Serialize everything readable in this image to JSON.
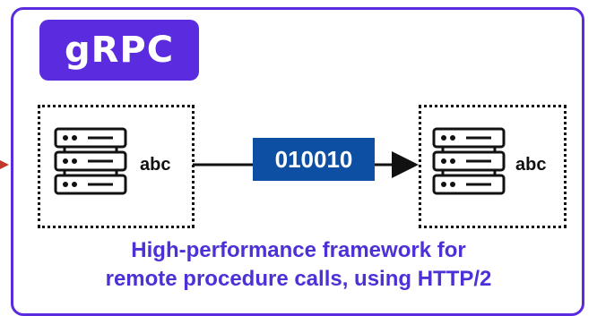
{
  "badge": {
    "label": "gRPC"
  },
  "left_server": {
    "label": "abc"
  },
  "right_server": {
    "label": "abc"
  },
  "payload": {
    "label": "010010"
  },
  "caption": {
    "line1": "High-performance framework for",
    "line2": "remote procedure calls, using HTTP/2"
  },
  "colors": {
    "accent": "#5b2be0",
    "payload": "#0d4fa3",
    "caption": "#4b32d6",
    "incoming_arrow": "#c0392b"
  },
  "icons": [
    "server-rack-icon",
    "arrow-right-icon"
  ]
}
